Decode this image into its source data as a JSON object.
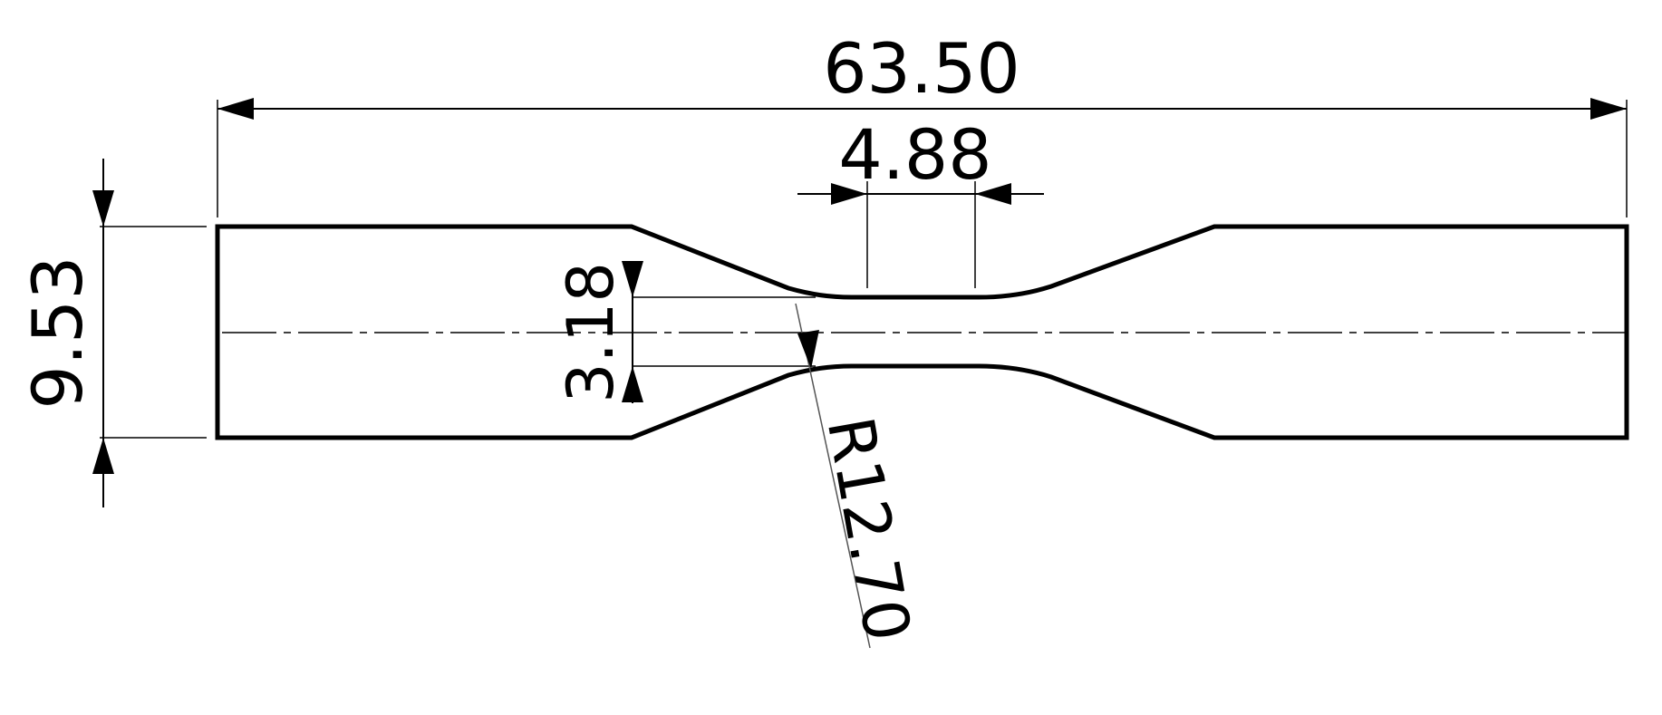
{
  "dimensions": {
    "overall_length": "63.50",
    "gauge_length": "4.88",
    "overall_width": "9.53",
    "gauge_width": "3.18",
    "fillet_radius": "R12.70"
  }
}
